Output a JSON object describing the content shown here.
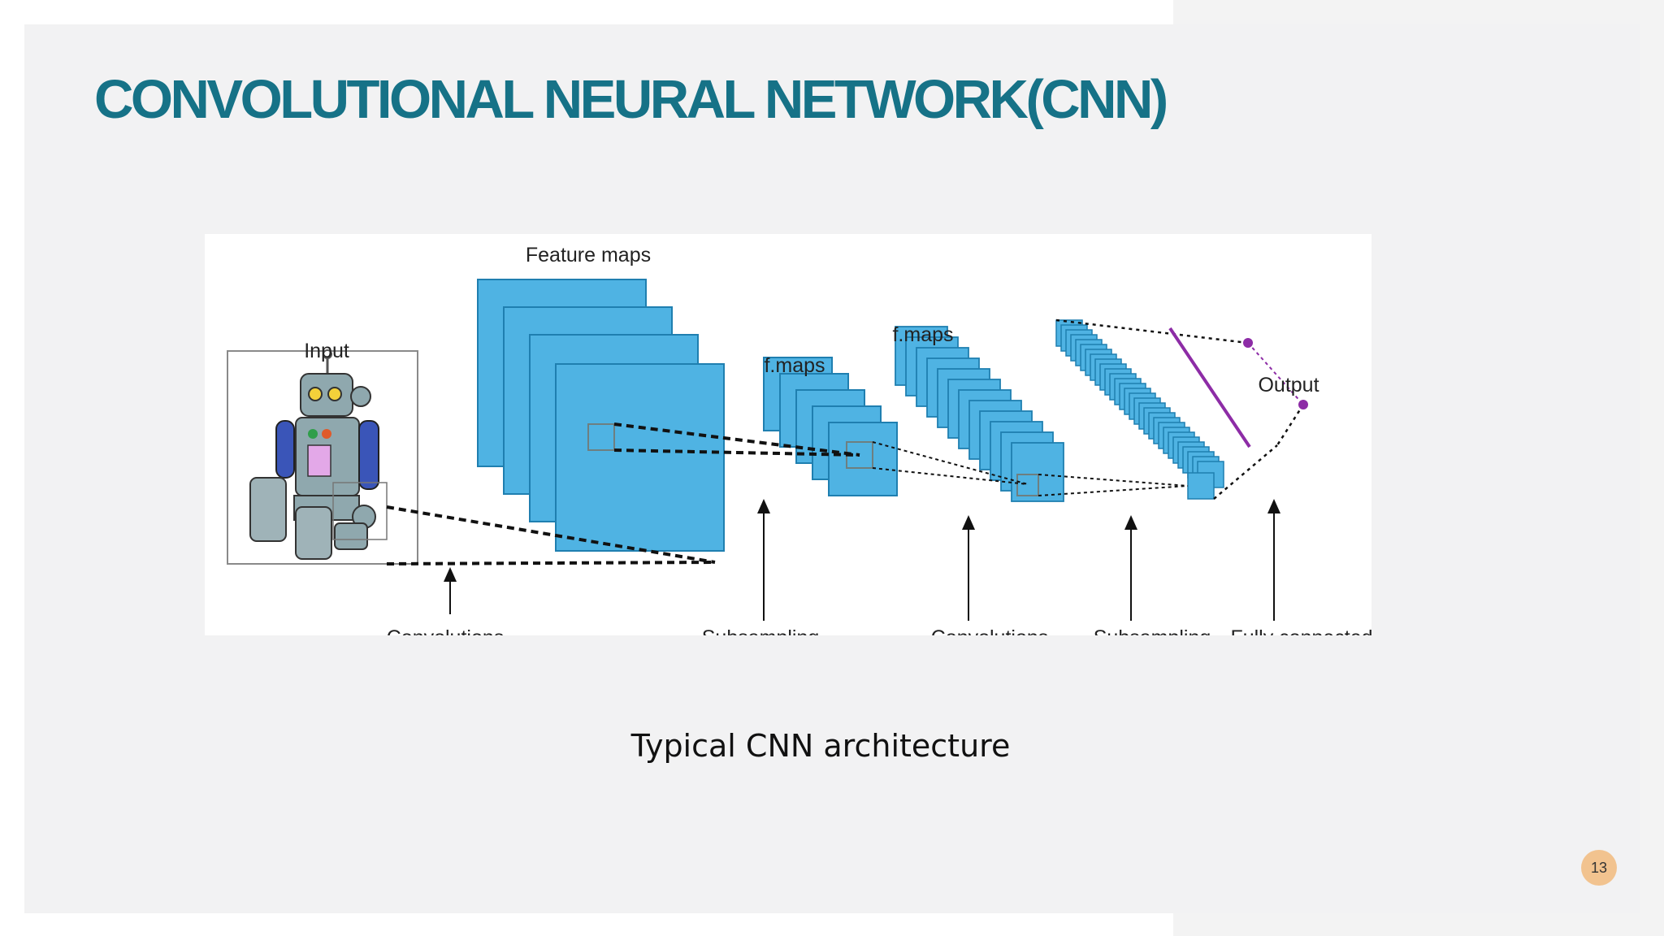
{
  "slide": {
    "title": "CONVOLUTIONAL NEURAL NETWORK(CNN)",
    "caption": "Typical CNN architecture",
    "page_number": "13"
  },
  "diagram": {
    "labels": {
      "input": "Input",
      "feature_maps": "Feature maps",
      "fmaps_1": "f.maps",
      "fmaps_2": "f.maps",
      "output": "Output"
    },
    "stages": [
      "Convolutions",
      "Subsampling",
      "Convolutions",
      "Subsampling",
      "Fully connected"
    ]
  },
  "colors": {
    "title": "#167287",
    "map_fill": "#4fb3e3",
    "map_stroke": "#1f7fb0",
    "output_line": "#8d2ca6",
    "badge": "#f2c38f"
  }
}
